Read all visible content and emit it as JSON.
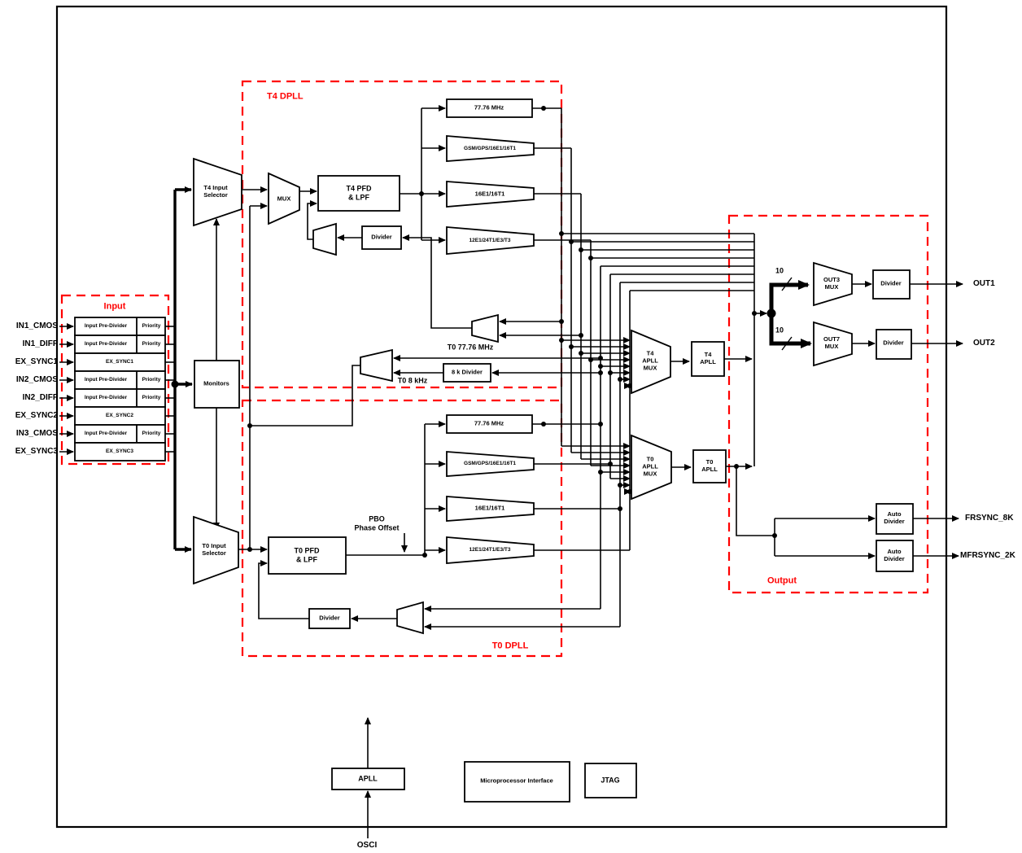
{
  "sections": {
    "input": "Input",
    "t4_dpll": "T4 DPLL",
    "t0_dpll": "T0 DPLL",
    "output": "Output"
  },
  "pins": {
    "in": [
      "IN1_CMOS",
      "IN1_DIFF",
      "EX_SYNC1",
      "IN2_CMOS",
      "IN2_DIFF",
      "EX_SYNC2",
      "IN3_CMOS",
      "EX_SYNC3"
    ],
    "out": [
      "OUT1",
      "OUT2",
      "FRSYNC_8K",
      "MFRSYNC_2K"
    ],
    "osc": "OSCI"
  },
  "input_rows": [
    {
      "c0": "Input Pre-Divider",
      "c1": "Priority"
    },
    {
      "c0": "Input Pre-Divider",
      "c1": "Priority"
    },
    {
      "c0": "EX_SYNC1"
    },
    {
      "c0": "Input Pre-Divider",
      "c1": "Priority"
    },
    {
      "c0": "Input Pre-Divider",
      "c1": "Priority"
    },
    {
      "c0": "EX_SYNC2"
    },
    {
      "c0": "Input Pre-Divider",
      "c1": "Priority"
    },
    {
      "c0": "EX_SYNC3"
    }
  ],
  "blocks": {
    "monitors": "Monitors",
    "t4_input_selector": "T4 Input\nSelector",
    "t0_input_selector": "T0 Input\nSelector",
    "mux": "MUX",
    "t4_pfd": "T4 PFD\n& LPF",
    "t0_pfd": "T0 PFD\n& LPF",
    "t4_divider": "Divider",
    "t0_divider": "Divider",
    "divider_8k": "8 k Divider",
    "t4_div_7776": "77.76 MHz",
    "t4_div_gsm": "GSM/GPS/16E1/16T1",
    "t4_div_16e1": "16E1/16T1",
    "t4_div_12e1": "12E1/24T1/E3/T3",
    "t0_div_7776": "77.76 MHz",
    "t0_div_gsm": "GSM/GPS/16E1/16T1",
    "t0_div_16e1": "16E1/16T1",
    "t0_div_12e1": "12E1/24T1/E3/T3",
    "t4_apll_mux": "T4\nAPLL\nMUX",
    "t4_apll": "T4\nAPLL",
    "t0_apll_mux": "T0\nAPLL\nMUX",
    "t0_apll": "T0\nAPLL",
    "out3_mux": "OUT3\nMUX",
    "out7_mux": "OUT7\nMUX",
    "out_divider1": "Divider",
    "out_divider2": "Divider",
    "auto_divider1": "Auto\nDivider",
    "auto_divider2": "Auto\nDivider",
    "apll": "APLL",
    "mpu_interface": "Microprocessor Interface",
    "jtag": "JTAG"
  },
  "wire_labels": {
    "t0_7776": "T0 77.76 MHz",
    "t0_8k": "T0 8 kHz",
    "pbo": "PBO\nPhase Offset",
    "bus_width_out3": "10",
    "bus_width_out7": "10"
  },
  "colors": {
    "section_red": "#ff0000",
    "wire": "#000000",
    "bg": "#ffffff"
  }
}
